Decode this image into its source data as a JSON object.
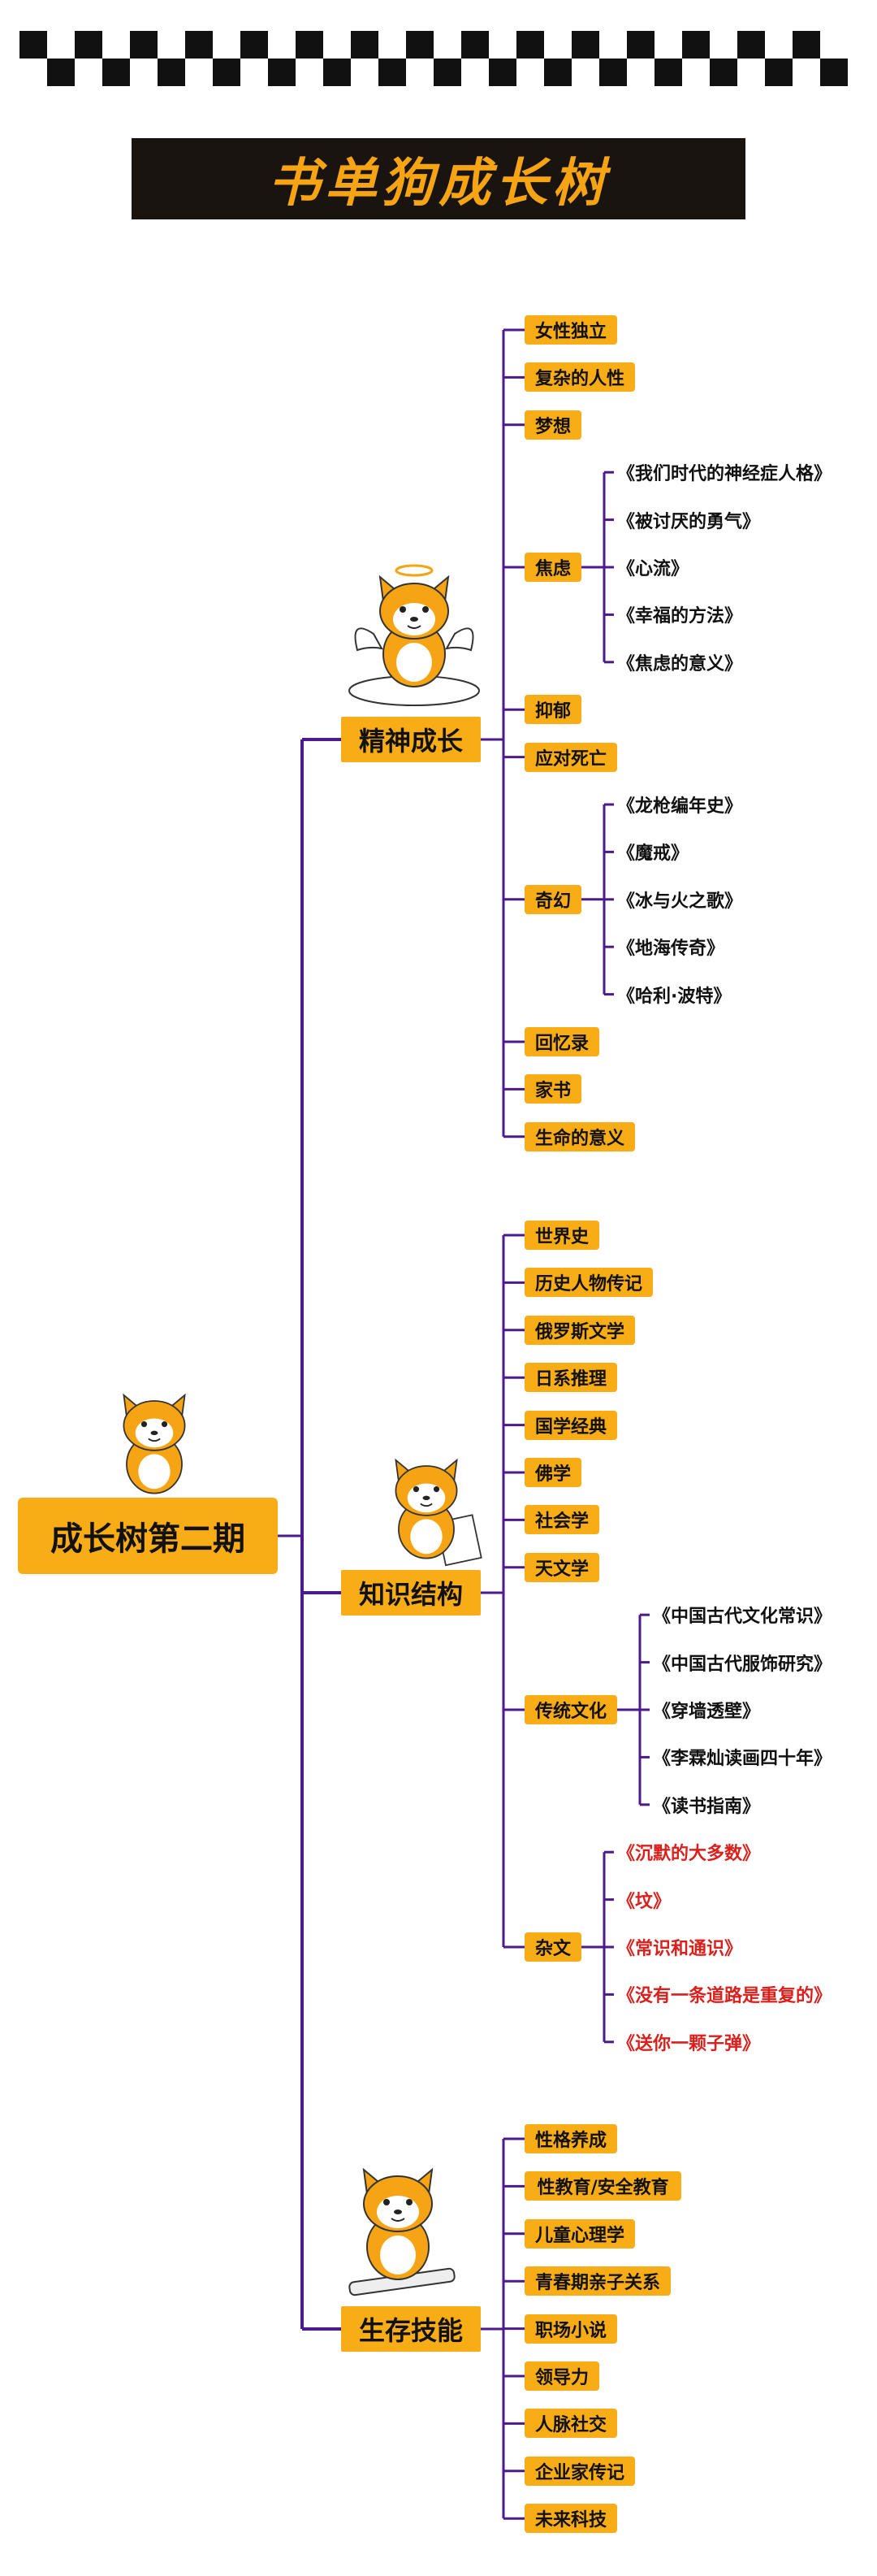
{
  "header": {
    "title": "书单狗成长树"
  },
  "colors": {
    "accent": "#f8ac16",
    "line": "#4b1a8c",
    "title_bg": "#1a1410",
    "title_text": "#f6a413",
    "highlight_red": "#d9201c"
  },
  "tree": {
    "root": "成长树第二期",
    "branches": [
      {
        "label": "精神成长",
        "items": [
          {
            "label": "女性独立"
          },
          {
            "label": "复杂的人性"
          },
          {
            "label": "梦想"
          },
          {
            "label": "焦虑",
            "books": [
              "《我们时代的神经症人格》",
              "《被讨厌的勇气》",
              "《心流》",
              "《幸福的方法》",
              "《焦虑的意义》"
            ]
          },
          {
            "label": "抑郁"
          },
          {
            "label": "应对死亡"
          },
          {
            "label": "奇幻",
            "books": [
              "《龙枪编年史》",
              "《魔戒》",
              "《冰与火之歌》",
              "《地海传奇》",
              "《哈利·波特》"
            ]
          },
          {
            "label": "回忆录"
          },
          {
            "label": "家书"
          },
          {
            "label": "生命的意义"
          }
        ]
      },
      {
        "label": "知识结构",
        "items": [
          {
            "label": "世界史"
          },
          {
            "label": "历史人物传记"
          },
          {
            "label": "俄罗斯文学"
          },
          {
            "label": "日系推理"
          },
          {
            "label": "国学经典"
          },
          {
            "label": "佛学"
          },
          {
            "label": "社会学"
          },
          {
            "label": "天文学"
          },
          {
            "label": "传统文化",
            "books": [
              "《中国古代文化常识》",
              "《中国古代服饰研究》",
              "《穿墙透壁》",
              "《李霖灿读画四十年》",
              "《读书指南》"
            ]
          },
          {
            "label": "杂文",
            "highlight": true,
            "books": [
              "《沉默的大多数》",
              "《坟》",
              "《常识和通识》",
              "《没有一条道路是重复的》",
              "《送你一颗子弹》"
            ]
          }
        ]
      },
      {
        "label": "生存技能",
        "items": [
          {
            "label": "性格养成"
          },
          {
            "label": "性教育/安全教育"
          },
          {
            "label": "儿童心理学"
          },
          {
            "label": "青春期亲子关系"
          },
          {
            "label": "职场小说"
          },
          {
            "label": "领导力"
          },
          {
            "label": "人脉社交"
          },
          {
            "label": "企业家传记"
          },
          {
            "label": "未来科技"
          }
        ]
      }
    ]
  },
  "mascots": [
    {
      "icon": "angel-dog-mascot-icon"
    },
    {
      "icon": "thinking-dog-mascot-icon"
    },
    {
      "icon": "reading-dog-mascot-icon"
    },
    {
      "icon": "surfing-dog-mascot-icon"
    }
  ]
}
